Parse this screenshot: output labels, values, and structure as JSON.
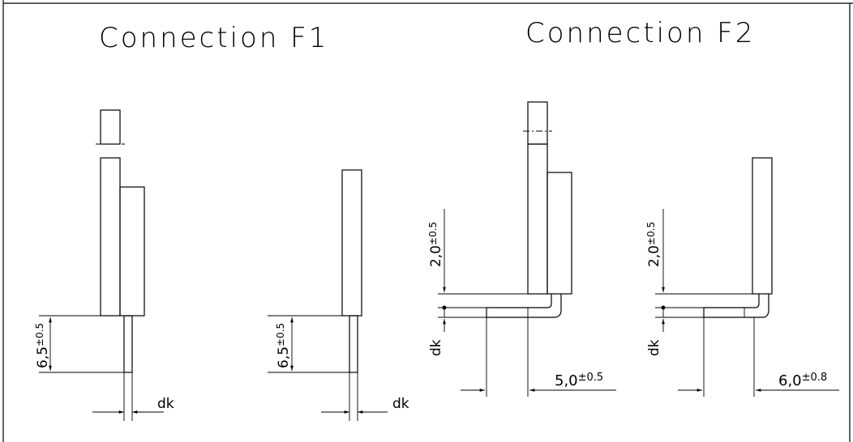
{
  "titles": {
    "f1": "Connection F1",
    "f2": "Connection F2"
  },
  "dimensions": {
    "f1_a_length": "6,5",
    "f1_a_tol": "±0.5",
    "f1_a_dk": "dk",
    "f1_b_length": "6,5",
    "f1_b_tol": "±0.5",
    "f1_b_dk": "dk",
    "f2_a_height": "2,0",
    "f2_a_height_tol": "±0.5",
    "f2_a_dk": "dk",
    "f2_a_length": "5,0",
    "f2_a_length_tol": "±0.5",
    "f2_b_height": "2,0",
    "f2_b_height_tol": "±0.5",
    "f2_b_dk": "dk",
    "f2_b_length": "6,0",
    "f2_b_length_tol": "±0.8"
  }
}
